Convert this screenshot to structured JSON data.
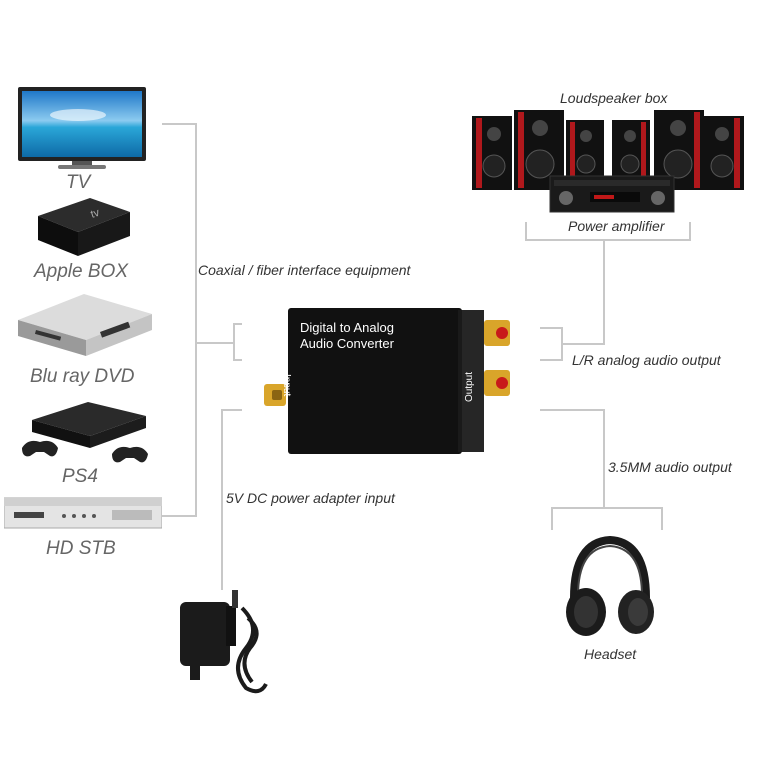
{
  "devices": {
    "tv": "TV",
    "apple_box": "Apple BOX",
    "bluray": "Blu ray DVD",
    "ps4": "PS4",
    "hd_stb": "HD STB"
  },
  "labels": {
    "coaxial": "Coaxial / fiber interface equipment",
    "loudspeaker": "Loudspeaker box",
    "amplifier": "Power amplifier",
    "lr_output": "L/R analog audio output",
    "mm_output": "3.5MM audio output",
    "power_input": "5V DC power adapter input",
    "headset": "Headset"
  },
  "converter": {
    "title_line1": "Digital  to Analog",
    "title_line2": "Audio Converter",
    "input": "Input",
    "output": "Output"
  },
  "logos": {
    "apple_tv": "tv"
  },
  "colors": {
    "line": "#c8c8c8",
    "gold": "#d9a52a",
    "speaker_red": "#b0181c"
  }
}
